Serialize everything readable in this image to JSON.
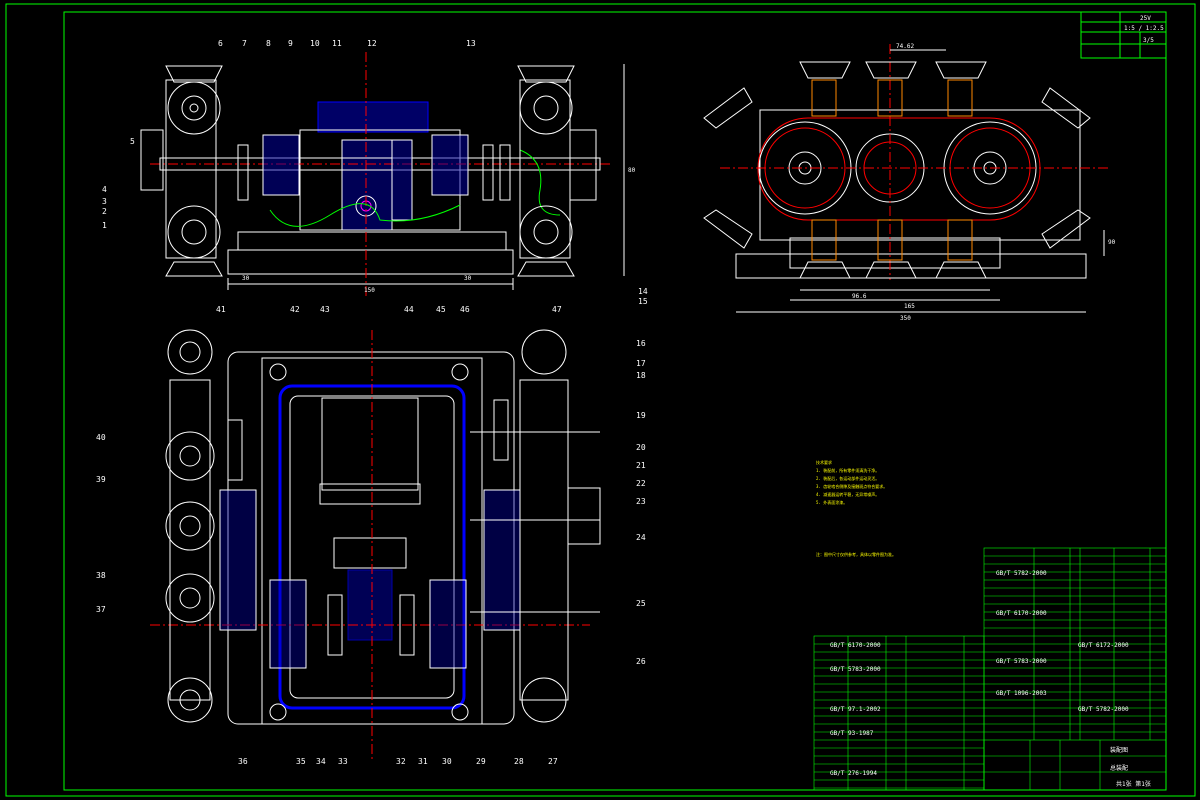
{
  "title_block_top": {
    "scale": "25V",
    "ratio": "1:5 / 1:2.5",
    "sheet": "3/5"
  },
  "labels_top": [
    "6",
    "7",
    "8",
    "9",
    "10",
    "11",
    "12",
    "13"
  ],
  "labels_left_top": [
    "5",
    "4",
    "3",
    "2",
    "1"
  ],
  "labels_right_top": [
    "14",
    "15"
  ],
  "dims_top_left": {
    "width": "150",
    "bottom1": "30",
    "bottom2": "30",
    "side": "80"
  },
  "dims_top_right": {
    "top": "74.62",
    "overall": "350",
    "mid": "165",
    "inner": "96.6",
    "side": "90"
  },
  "labels_bottom_top": [
    "41",
    "42",
    "43",
    "44",
    "45",
    "46",
    "47"
  ],
  "labels_bottom_left": [
    "40",
    "39",
    "38",
    "37"
  ],
  "labels_bottom_right": [
    "16",
    "17",
    "18",
    "19",
    "20",
    "21",
    "22",
    "23",
    "24",
    "25",
    "26"
  ],
  "labels_bottom_row": [
    "36",
    "35",
    "34",
    "33",
    "32",
    "31",
    "30",
    "29",
    "28",
    "27"
  ],
  "notes": [
    "技术要求",
    "1. 装配前，所有零件须清洗干净。",
    "2. 装配后，各运动部件运动灵活。",
    "3. 齿轮啮合侧隙及接触斑点符合要求。",
    "4. 减速器运转平稳，无异常噪声。",
    "5. 外表面涂漆。"
  ],
  "notes_extra": "注：图中尺寸仅供参考，具体以零件图为准。",
  "parts_standard": [
    "GB/T 6170-2000",
    "GB/T 5783-2000",
    "GB/T 97.1-2002",
    "GB/T 93-1987",
    "GB/T 276-1994",
    "GB/T 5782-2000",
    "GB/T 6170-2000",
    "GB/T 5783-2000",
    "GB/T 1096-2003",
    "GB/T 6172-2000",
    "GB/T 5782-2000"
  ],
  "title_block": {
    "name": "装配图",
    "drawing": "总装配",
    "sheet_label": "共1张 第1张"
  }
}
